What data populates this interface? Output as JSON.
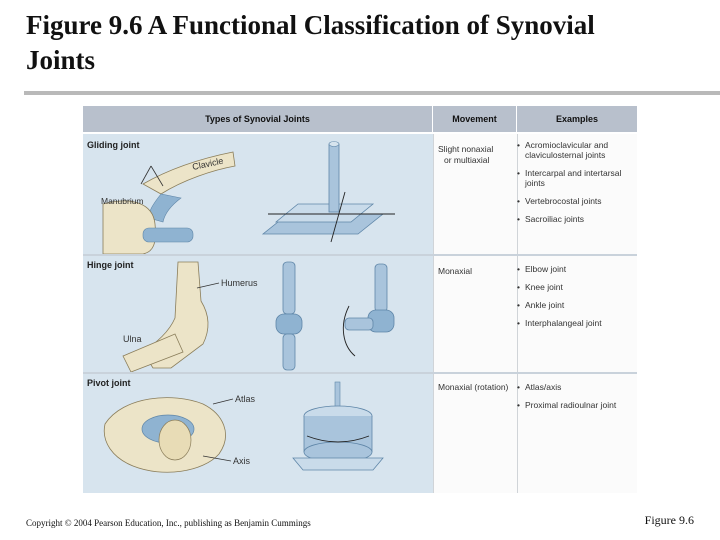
{
  "slide": {
    "title": "Figure 9.6  A Functional Classification of Synovial Joints",
    "copyright": "Copyright © 2004 Pearson Education, Inc., publishing as Benjamin Cummings",
    "figure_number": "Figure 9.6"
  },
  "table": {
    "headers": [
      "Types of Synovial Joints",
      "Movement",
      "Examples"
    ],
    "rows": [
      {
        "type": "Gliding joint",
        "labels": [
          "Clavicle",
          "Manubrium"
        ],
        "movement": [
          "Slight nonaxial",
          "or multiaxial"
        ],
        "examples": [
          "Acromioclavicular and claviculosternal joints",
          "Intercarpal and intertarsal joints",
          "Vertebrocostal joints",
          "Sacroiliac joints"
        ]
      },
      {
        "type": "Hinge joint",
        "labels": [
          "Humerus",
          "Ulna"
        ],
        "movement": [
          "Monaxial"
        ],
        "examples": [
          "Elbow joint",
          "Knee joint",
          "Ankle joint",
          "Interphalangeal joint"
        ]
      },
      {
        "type": "Pivot joint",
        "labels": [
          "Atlas",
          "Axis"
        ],
        "movement": [
          "Monaxial (rotation)"
        ],
        "examples": [
          "Atlas/axis",
          "Proximal radioulnar joint"
        ]
      }
    ]
  },
  "colors": {
    "header": "#b8c0cc",
    "row_bg": "#d7e4ee",
    "bone": "#ece4c8",
    "cartilage": "#8fb3d1"
  },
  "icons": [
    "gliding-joint-illustration",
    "hinge-joint-illustration",
    "pivot-joint-illustration"
  ]
}
